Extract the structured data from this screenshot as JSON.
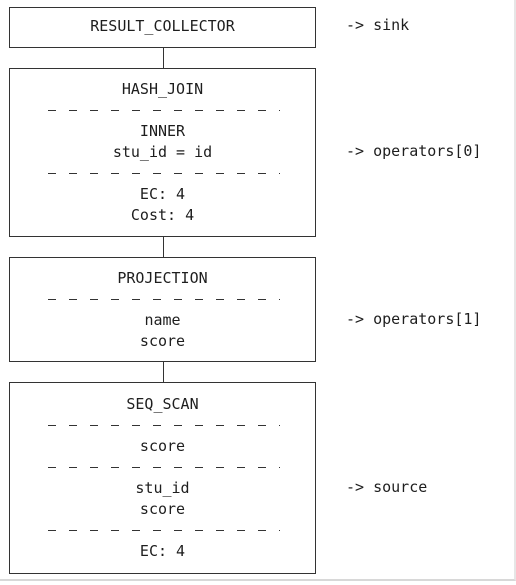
{
  "nodes": [
    {
      "id": "result_collector",
      "sections": [
        [
          "RESULT_COLLECTOR"
        ]
      ],
      "arrow": "-> sink"
    },
    {
      "id": "hash_join",
      "sections": [
        [
          "HASH_JOIN"
        ],
        [
          "INNER",
          "stu_id = id"
        ],
        [
          "EC: 4",
          "Cost: 4"
        ]
      ],
      "arrow": "-> operators[0]"
    },
    {
      "id": "projection",
      "sections": [
        [
          "PROJECTION"
        ],
        [
          "name",
          "score"
        ]
      ],
      "arrow": "-> operators[1]"
    },
    {
      "id": "seq_scan",
      "sections": [
        [
          "SEQ_SCAN"
        ],
        [
          "score"
        ],
        [
          "stu_id",
          "score"
        ],
        [
          "EC: 4"
        ]
      ],
      "arrow": "-> source"
    }
  ]
}
